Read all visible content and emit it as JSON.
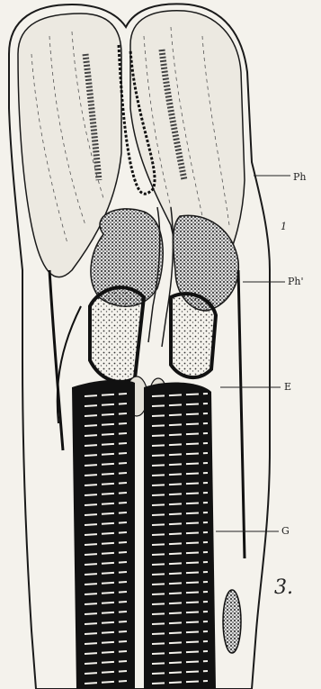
{
  "labels": {
    "ph": "Ph",
    "ph_prime": "Ph'",
    "one": "1",
    "e": "E",
    "g": "G"
  },
  "figure_number": "3.",
  "colors": {
    "ink": "#1a1a1a",
    "paper": "#f4f2ec",
    "tissue": "#e4e1d8"
  }
}
